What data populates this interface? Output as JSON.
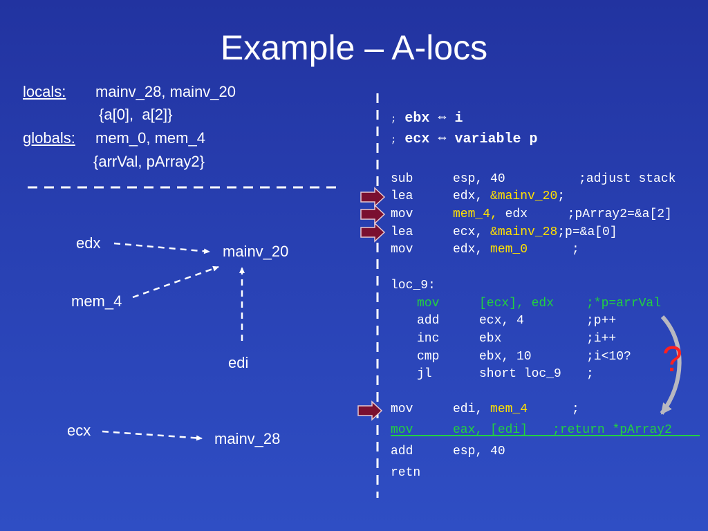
{
  "title": "Example – A-locs",
  "left": {
    "locals_label": "locals:",
    "locals_value": "mainv_28, mainv_20",
    "locals_arrays": "{a[0],  a[2]}",
    "globals_label": "globals:",
    "globals_value": "mem_0, mem_4",
    "globals_arrays": "{arrVal, pArray2}"
  },
  "diagram": {
    "edx": "edx",
    "mem_4": "mem_4",
    "edi": "edi",
    "ecx": "ecx",
    "mainv_20": "mainv_20",
    "mainv_28": "mainv_28"
  },
  "code": {
    "comment1_prefix": ";",
    "comment1_a": "ebx",
    "comment1_b": "i",
    "comment2_prefix": ";",
    "comment2_a": "ecx",
    "comment2_b": "variable p",
    "equiv_symbol": "⇔",
    "lines": [
      {
        "op": "sub",
        "arg1": "esp,",
        "arg2": "40",
        "comment": ";adjust stack"
      },
      {
        "op": "lea",
        "arg1": "edx,",
        "arg2": "&mainv_20",
        "comment": ";"
      },
      {
        "op": "mov",
        "arg1": "mem_4,",
        "arg2": "edx",
        "comment": ";pArray2=&a[2]"
      },
      {
        "op": "lea",
        "arg1": "ecx,",
        "arg2": "&mainv_28",
        "comment": ";p=&a[0]"
      },
      {
        "op": "mov",
        "arg1": "edx,",
        "arg2": "mem_0",
        "comment": ";"
      }
    ],
    "loop_label": "loc_9:",
    "loop": [
      {
        "op": "mov",
        "arg": "[ecx], edx",
        "comment": ";*p=arrVal"
      },
      {
        "op": "add",
        "arg": "ecx, 4",
        "comment": ";p++"
      },
      {
        "op": "inc",
        "arg": "ebx",
        "comment": ";i++"
      },
      {
        "op": "cmp",
        "arg": "ebx, 10",
        "comment": ";i<10?"
      },
      {
        "op": "jl",
        "arg": "short loc_9",
        "comment": ";"
      }
    ],
    "tail": [
      {
        "op": "mov",
        "arg1": "edi,",
        "arg2": "mem_4",
        "comment": ";"
      },
      {
        "op": "mov",
        "arg1": "eax,",
        "arg2": "[edi]",
        "comment": ";return *pArray2"
      },
      {
        "op": "add",
        "arg1": "esp,",
        "arg2": "40",
        "comment": ""
      },
      {
        "op": "retn",
        "arg1": "",
        "arg2": "",
        "comment": ""
      }
    ],
    "question_mark": "?"
  },
  "colors": {
    "background": "#2840b2",
    "text": "#ffffff",
    "highlight_yellow": "#ffe000",
    "highlight_green": "#22d040",
    "marker": "#7a1030",
    "question_mark": "#ff2020",
    "curved_arrow": "#b8b8c0"
  }
}
